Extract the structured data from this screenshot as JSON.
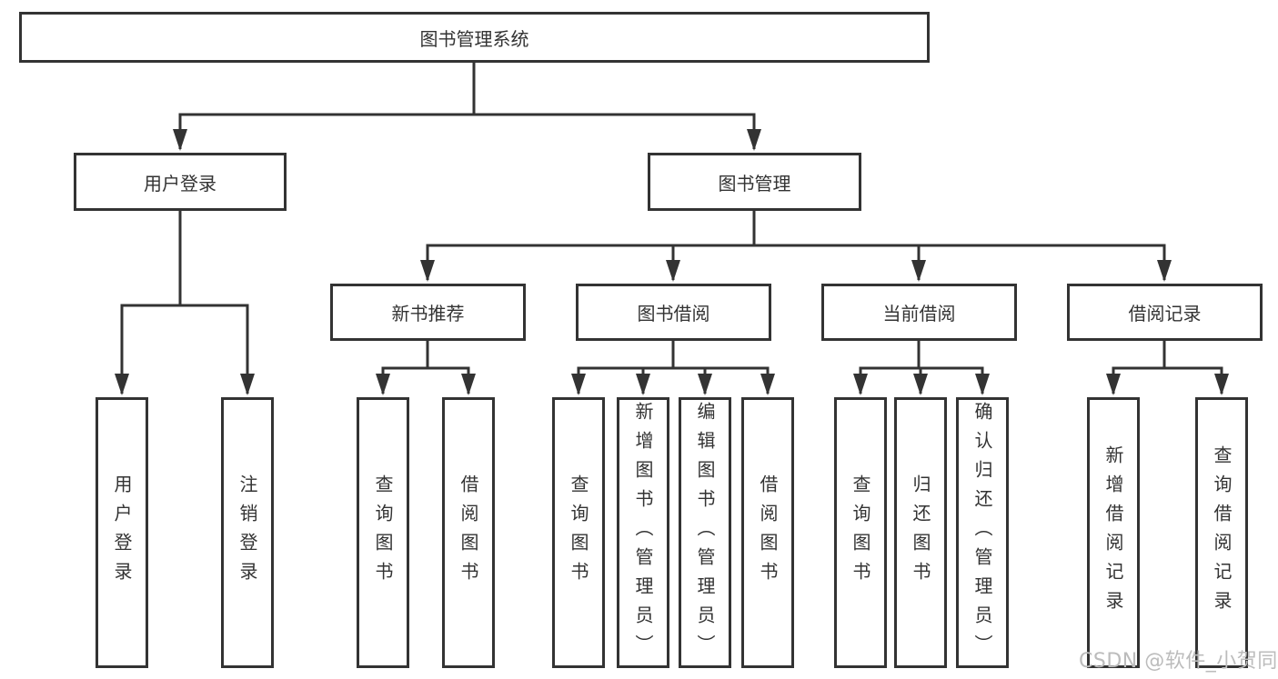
{
  "tree": {
    "root": "图书管理系统",
    "branches": [
      {
        "label": "用户登录",
        "children": [
          "用户登录",
          "注销登录"
        ]
      },
      {
        "label": "图书管理",
        "groups": [
          {
            "label": "新书推荐",
            "children": [
              "查询图书",
              "借阅图书"
            ]
          },
          {
            "label": "图书借阅",
            "children": [
              "查询图书",
              "新增图书（管理员）",
              "编辑图书（管理员）",
              "借阅图书"
            ]
          },
          {
            "label": "当前借阅",
            "children": [
              "查询图书",
              "归还图书",
              "确认归还（管理员）"
            ]
          },
          {
            "label": "借阅记录",
            "children": [
              "新增借阅记录",
              "查询借阅记录"
            ]
          }
        ]
      }
    ]
  },
  "watermark": "CSDN @软件_小贺同学",
  "colors": {
    "line": "#333333",
    "text": "#333333",
    "watermark": "#bcbcbc",
    "background": "#ffffff"
  }
}
